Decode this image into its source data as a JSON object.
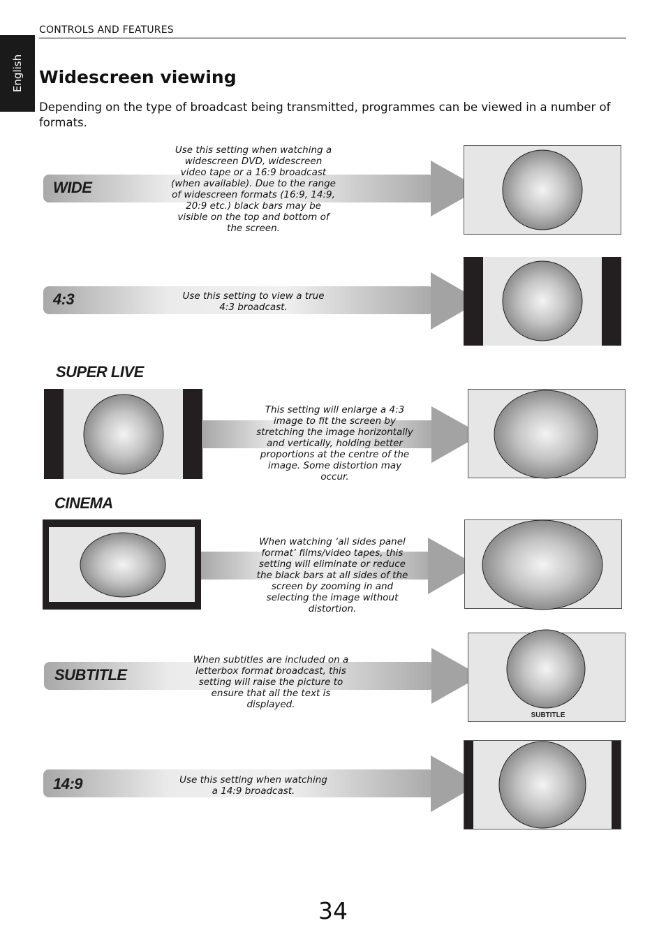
{
  "header": {
    "language_tab": "English",
    "running_head": "CONTROLS AND FEATURES"
  },
  "title": "Widescreen viewing",
  "intro": "Depending on the type of broadcast being transmitted, programmes can be viewed in a number of formats.",
  "sections": {
    "wide": {
      "label": "WIDE",
      "description": "Use this setting when watching a widescreen DVD, widescreen video tape or a 16:9 broadcast (when available). Due to the range of widescreen formats (16:9, 14:9, 20:9 etc.) black bars may be visible on the top and bottom of the screen."
    },
    "four_three": {
      "label": "4:3",
      "description": "Use this setting to view a true 4:3 broadcast."
    },
    "super_live": {
      "label": "SUPER LIVE",
      "description": "This setting will enlarge a 4:3 image to fit the screen by stretching the image horizontally and vertically, holding better proportions at the centre of the image. Some distortion may occur."
    },
    "cinema": {
      "label": "CINEMA",
      "description": "When watching ‘all sides panel format’ films/video tapes, this setting will eliminate or reduce the black bars at all sides of the screen by zooming in and selecting the image without distortion."
    },
    "subtitle": {
      "label": "SUBTITLE",
      "description": "When subtitles are included on a letterbox format broadcast, this setting will raise the picture to ensure that all the text is displayed.",
      "screen_caption": "SUBTITLE"
    },
    "fourteen_nine": {
      "label": "14:9",
      "description": "Use this setting when watching a 14:9 broadcast."
    }
  },
  "page_number": "34"
}
